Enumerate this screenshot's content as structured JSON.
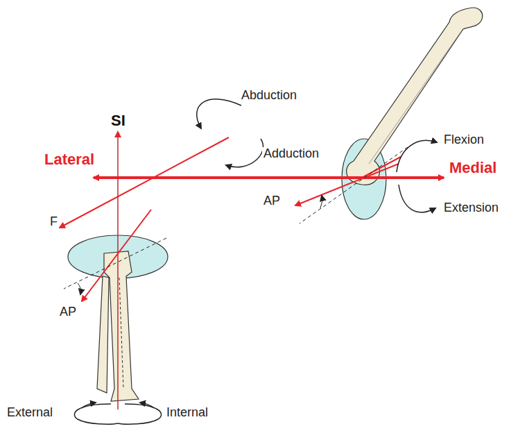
{
  "diagram": {
    "labels": [
      "Abduction",
      "Adduction",
      "SI",
      "Lateral",
      "Medial",
      "Flexion",
      "Extension",
      "AP",
      "F",
      "AP",
      "External",
      "Internal"
    ]
  }
}
